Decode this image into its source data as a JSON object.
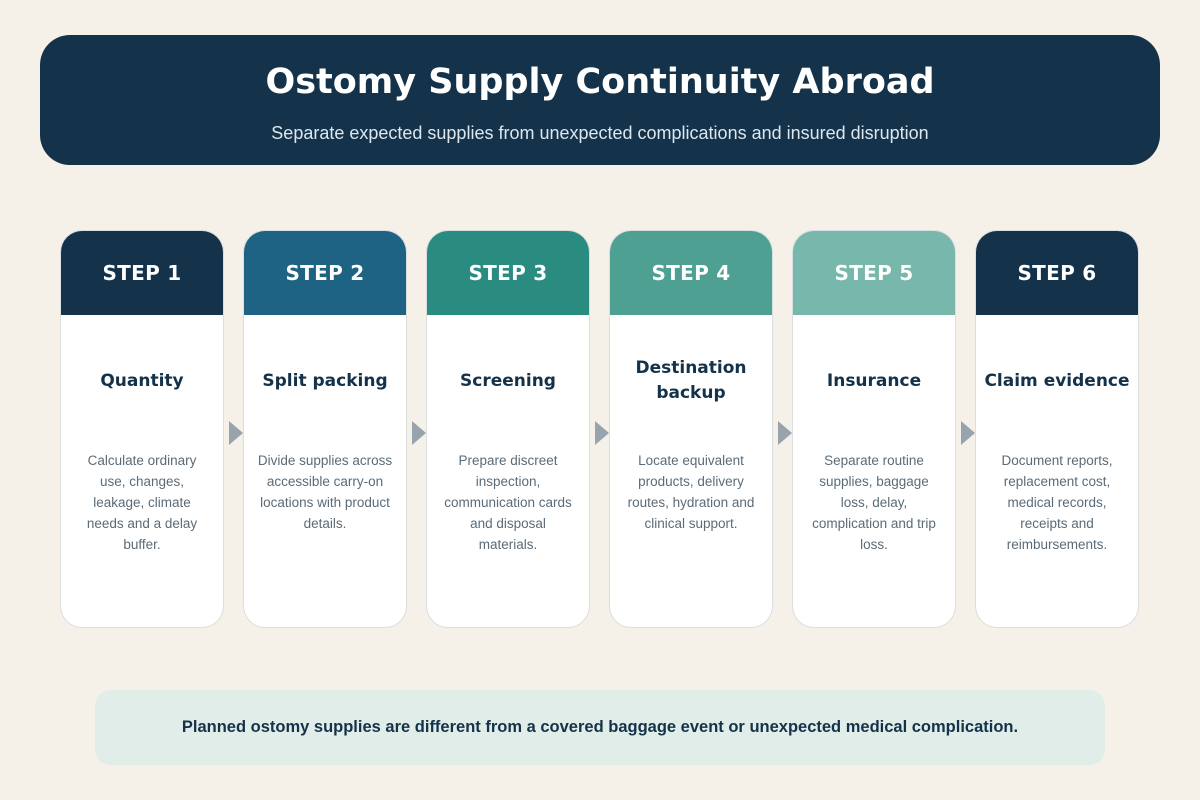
{
  "header": {
    "title": "Ostomy Supply Continuity Abroad",
    "subtitle": "Separate expected supplies from unexpected complications and insured disruption"
  },
  "colors": {
    "background": "#f5f1e8",
    "navy": "#14324a",
    "step_headers": [
      "#14324a",
      "#1e6384",
      "#2a8b80",
      "#4da092",
      "#78b7ab",
      "#14324a"
    ],
    "footer_bg": "#e0ede8",
    "arrow": "#97a4ad"
  },
  "steps": [
    {
      "label": "STEP 1",
      "title": "Quantity",
      "description": "Calculate ordinary use, changes, leakage, climate needs and a delay buffer."
    },
    {
      "label": "STEP 2",
      "title": "Split packing",
      "description": "Divide supplies across accessible carry-on locations with product details."
    },
    {
      "label": "STEP 3",
      "title": "Screening",
      "description": "Prepare discreet inspection, communication cards and disposal materials."
    },
    {
      "label": "STEP 4",
      "title": "Destination backup",
      "description": "Locate equivalent products, delivery routes, hydration and clinical support."
    },
    {
      "label": "STEP 5",
      "title": "Insurance",
      "description": "Separate routine supplies, baggage loss, delay, complication and trip loss."
    },
    {
      "label": "STEP 6",
      "title": "Claim evidence",
      "description": "Document reports, replacement cost, medical records, receipts and reimbursements."
    }
  ],
  "footer": {
    "note": "Planned ostomy supplies are different from a covered baggage event or unexpected medical complication."
  }
}
